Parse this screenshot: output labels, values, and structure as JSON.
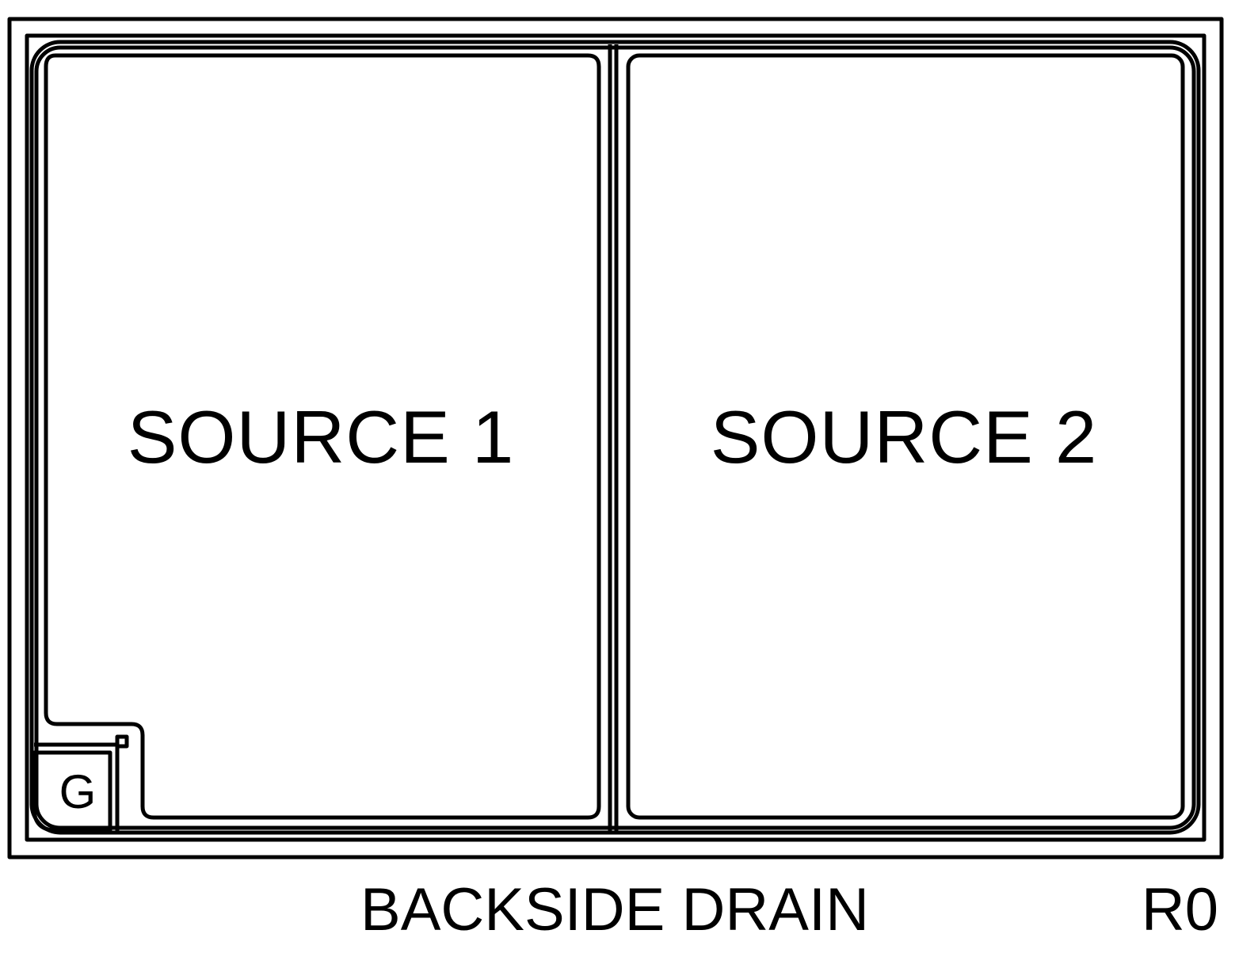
{
  "die": {
    "source_1_label": "SOURCE 1",
    "source_2_label": "SOURCE 2",
    "gate_label": "G"
  },
  "footer": {
    "drain_label": "BACKSIDE DRAIN",
    "revision_label": "R0"
  },
  "colors": {
    "line": "#000000",
    "background": "#ffffff"
  }
}
